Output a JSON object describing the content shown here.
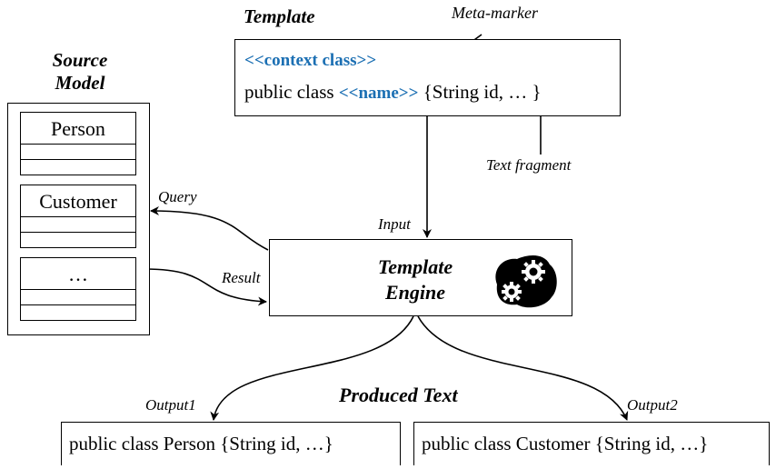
{
  "template": {
    "title": "Template",
    "meta_marker_label": "Meta-marker",
    "line1": "<<context class>>",
    "line2_prefix": "public class ",
    "line2_marker": "<<name>>",
    "line2_suffix": " {String id, … }",
    "text_fragment_label": "Text fragment"
  },
  "source_model": {
    "title_line1": "Source",
    "title_line2": "Model",
    "classes": [
      "Person",
      "Customer",
      "…"
    ]
  },
  "engine": {
    "title_line1": "Template",
    "title_line2": "Engine",
    "icon": "gears-icon"
  },
  "edges": {
    "input": "Input",
    "query": "Query",
    "result": "Result",
    "output1": "Output1",
    "output2": "Output2"
  },
  "produced": {
    "title": "Produced Text",
    "output1_text": "public class Person {String id, …}",
    "output2_text": "public class Customer {String id, …}"
  },
  "colors": {
    "marker_blue": "#1b6fb3"
  }
}
